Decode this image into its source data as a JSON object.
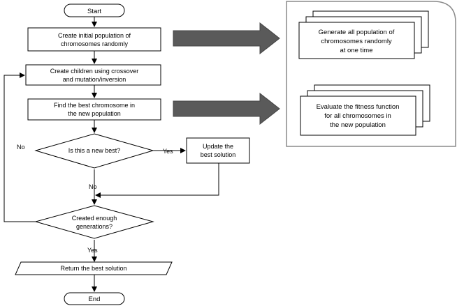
{
  "flowchart": {
    "start": "Start",
    "create_initial": [
      "Create initial population of",
      "chromosomes randomly"
    ],
    "create_children": [
      "Create children using crossover",
      "and mutation/inversion"
    ],
    "find_best": [
      "Find the best chromosome in",
      "the new population"
    ],
    "is_new_best": "Is this a new best?",
    "update_best": [
      "Update the",
      "best solution"
    ],
    "enough_generations": [
      "Created enough",
      "generations?"
    ],
    "return_best": "Return the best solution",
    "end": "End",
    "labels": {
      "yes_new_best": "Yes",
      "no_new_best": "No",
      "no_generations": "No",
      "yes_generations": "Yes"
    }
  },
  "detail_panel": {
    "generate_all": [
      "Generate all population of",
      "chromosomes randomly",
      "at one time"
    ],
    "evaluate_fitness": [
      "Evaluate the fitness function",
      "for all chromosomes in",
      "the new population"
    ]
  },
  "colors": {
    "big_arrow": "#5a5a5a",
    "panel_border": "#8a8a8a"
  }
}
